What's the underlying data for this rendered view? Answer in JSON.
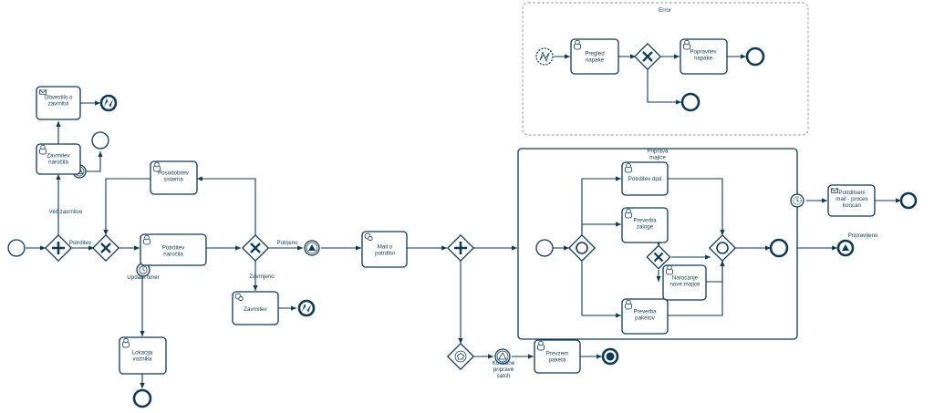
{
  "colors": {
    "stroke": "#0e3a56",
    "background": "#ffffff",
    "group_border": "#8a9aa5"
  },
  "groups": {
    "error": "Error",
    "priprava_majice": "Priprava majice"
  },
  "tasks": {
    "obvestilo_o_zavrnitvi": "Obvestilo o zavrnitvi",
    "zavrnitev_narocila": "Zavrnitev naročila",
    "posodobitev_sistema": "Posodobitev sistema",
    "potrditev_narocila": "Potrditev naročila",
    "lokacija_voznika": "Lokacija voznika",
    "zavrnitev": "Zavrnitev",
    "mail_o_potrditvi": "Mail o potrditvi",
    "pregled_napake": "Pregled napake",
    "popravitev_napake": "Popravitev napake",
    "potrditev_dpd": "Potrditev dpd",
    "preverba_zaloge": "Preverba zaloge",
    "narocanje_nove_majice": "Naročanje nove majice",
    "preverba_paketov": "Preverba paketov",
    "potrditveni_mail": "Potrditveni mail - proces koncan",
    "prevzem_paketa": "Prevzem paketa"
  },
  "labels": {
    "vec_zavrnitve": "Več zavrnitve",
    "potrditev": "Potrditev",
    "update_timer": "Update timer",
    "potrjeno": "Potrjeno",
    "zavrnjeno": "Zavrnjeno",
    "koncane_priprave_catch": "Končane priprave catch",
    "pripravljeno": "Pripravljeno"
  }
}
